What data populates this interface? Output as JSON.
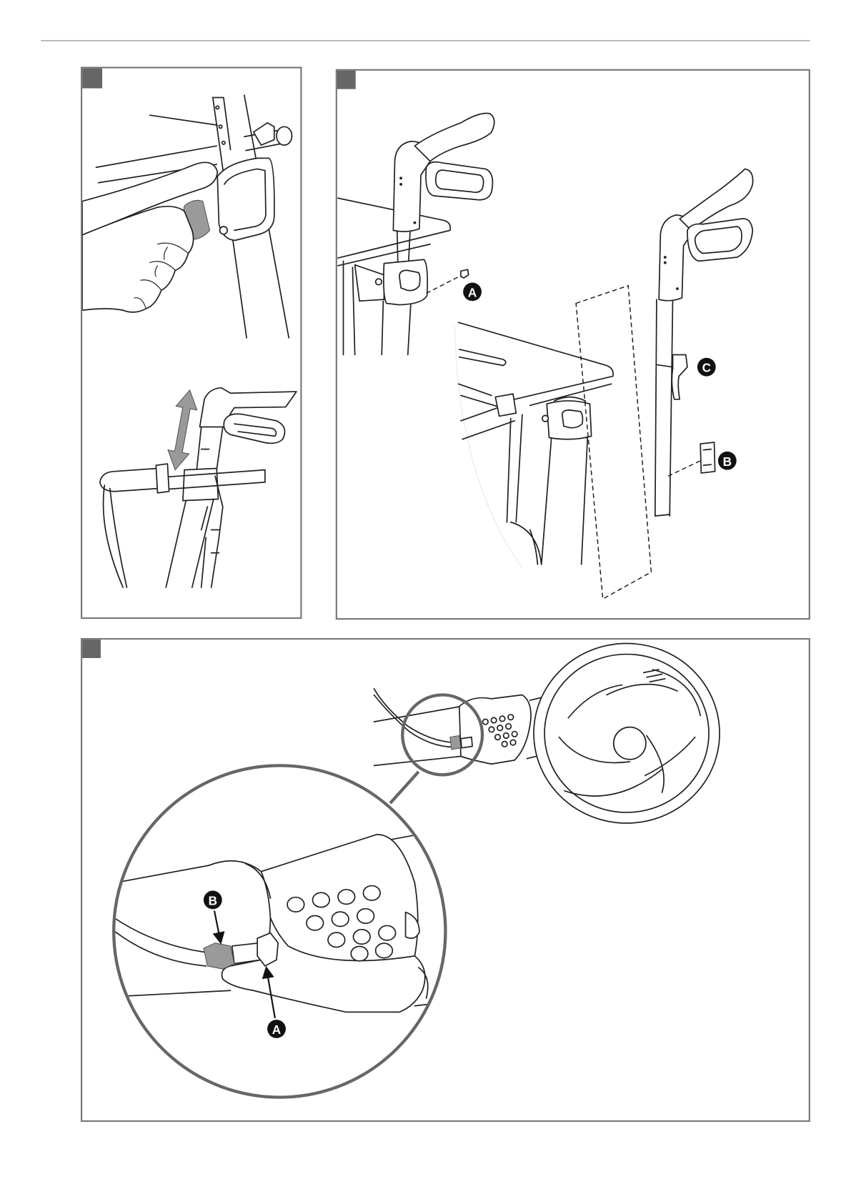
{
  "figures": {
    "figure_2": {
      "callout_a": "A",
      "callout_b": "B",
      "callout_c": "C"
    },
    "figure_3": {
      "callout_a": "A",
      "callout_b": "B"
    }
  },
  "colors": {
    "panel_border": "#777777",
    "step_box": "#666666",
    "highlight_gray": "#9a9a9a",
    "callout_badge": "#111111"
  }
}
